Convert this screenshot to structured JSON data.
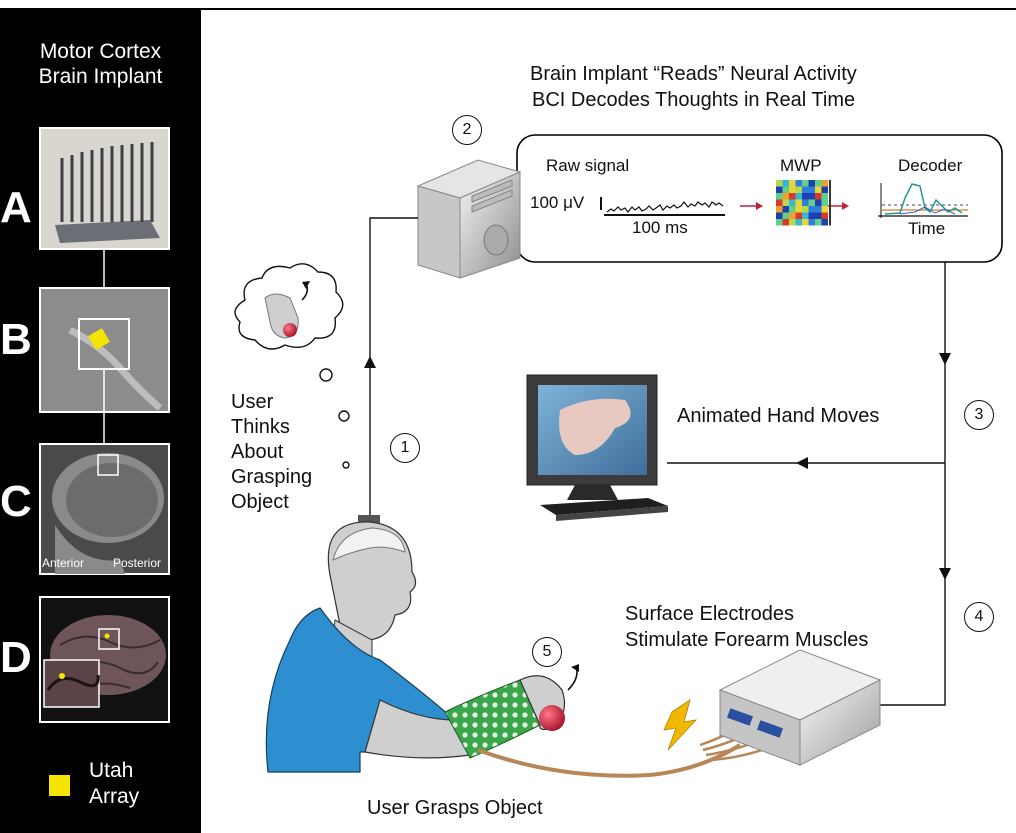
{
  "left_panel": {
    "title_line1": "Motor Cortex",
    "title_line2": "Brain Implant",
    "panels": [
      {
        "letter": "A"
      },
      {
        "letter": "B"
      },
      {
        "letter": "C",
        "caption_left": "Anterior",
        "caption_right": "Posterior"
      },
      {
        "letter": "D"
      }
    ],
    "legend": {
      "line1": "Utah",
      "line2": "Array",
      "color": "#f5e400"
    }
  },
  "header": {
    "line1": "Brain Implant “Reads” Neural Activity",
    "line2": "BCI Decodes Thoughts in Real Time"
  },
  "decoder_box": {
    "raw_signal": "Raw signal",
    "scale_value": "100 μV",
    "time_scale": "100 ms",
    "mwp": "MWP",
    "decoder": "Decoder",
    "time": "Time"
  },
  "steps": {
    "one": "1",
    "two": "2",
    "three": "3",
    "four": "4",
    "five": "5"
  },
  "thought": {
    "line1": "User",
    "line2": "Thinks",
    "line3": "About",
    "line4": "Grasping",
    "line5": "Object"
  },
  "monitor_label": "Animated Hand Moves",
  "electrodes": {
    "line1": "Surface Electrodes",
    "line2": "Stimulate Forearm Muscles"
  },
  "grasp_label": "User Grasps Object",
  "colors": {
    "shirt": "#2e8fd0",
    "sleeve": "#3aa84a",
    "ball": "#c81e3a",
    "cable": "#b88758",
    "lightning": "#f2b800",
    "arrow_red": "#c0203a"
  }
}
